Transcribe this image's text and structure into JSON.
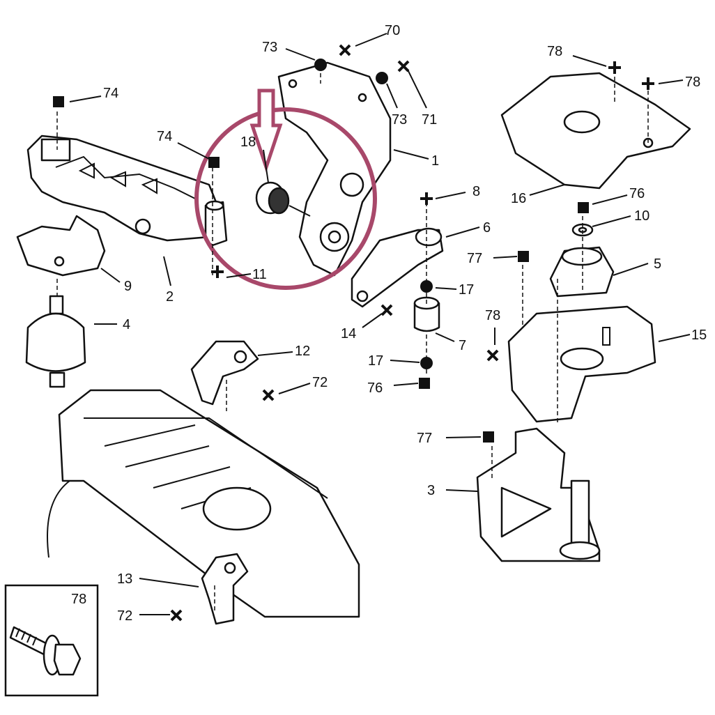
{
  "labels": [
    "74",
    "74",
    "73",
    "70",
    "73",
    "71",
    "18",
    "1",
    "8",
    "6",
    "9",
    "2",
    "11",
    "77",
    "5",
    "17",
    "4",
    "14",
    "7",
    "78",
    "15",
    "12",
    "17",
    "72",
    "76",
    "77",
    "3",
    "13",
    "72",
    "78",
    "78",
    "78",
    "16",
    "76",
    "10"
  ],
  "inset": {
    "label": "78"
  },
  "colors": {
    "highlight": "#a8486a",
    "line": "#111111"
  },
  "marker_types": [
    "square",
    "circle",
    "cross"
  ]
}
